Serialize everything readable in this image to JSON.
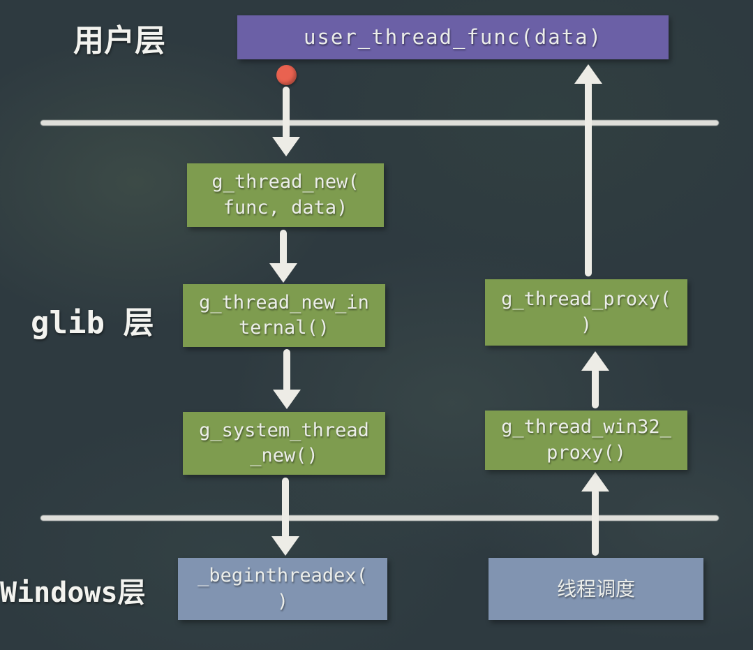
{
  "layers": {
    "user": {
      "label": "用户层"
    },
    "glib": {
      "label": "glib 层"
    },
    "windows": {
      "label": "Windows层"
    }
  },
  "nodes": {
    "user_thread_func": {
      "text": "user_thread_func(data)"
    },
    "g_thread_new": {
      "text": "g_thread_new(\nfunc, data)"
    },
    "g_thread_new_internal": {
      "text": "g_thread_new_in\nternal()"
    },
    "g_system_thread_new": {
      "text": "g_system_thread\n_new()"
    },
    "g_thread_proxy": {
      "text": "g_thread_proxy(\n)"
    },
    "g_thread_win32_proxy": {
      "text": "g_thread_win32_\nproxy()"
    },
    "beginthreadex": {
      "text": "_beginthreadex(\n)"
    },
    "thread_schedule": {
      "text": "线程调度"
    }
  },
  "colors": {
    "background": "#2e3a40",
    "user_box": "#6b60a6",
    "glib_box": "#7e9c4f",
    "windows_box": "#8194b1",
    "chalk": "#edece6",
    "dot": "#e96250"
  }
}
